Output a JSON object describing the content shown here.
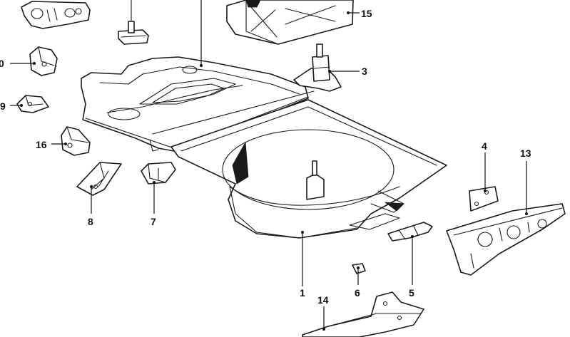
{
  "diagram": {
    "callouts": [
      {
        "id": "c0",
        "label": "0"
      },
      {
        "id": "c9",
        "label": "9"
      },
      {
        "id": "c16",
        "label": "16"
      },
      {
        "id": "c8",
        "label": "8"
      },
      {
        "id": "c7",
        "label": "7"
      },
      {
        "id": "c15",
        "label": "15"
      },
      {
        "id": "c3",
        "label": "3"
      },
      {
        "id": "c4",
        "label": "4"
      },
      {
        "id": "c13",
        "label": "13"
      },
      {
        "id": "c1",
        "label": "1"
      },
      {
        "id": "c6",
        "label": "6"
      },
      {
        "id": "c5",
        "label": "5"
      },
      {
        "id": "c14",
        "label": "14"
      }
    ],
    "colors": {
      "ink": "#1a1a1a",
      "background": "#ffffff"
    }
  }
}
